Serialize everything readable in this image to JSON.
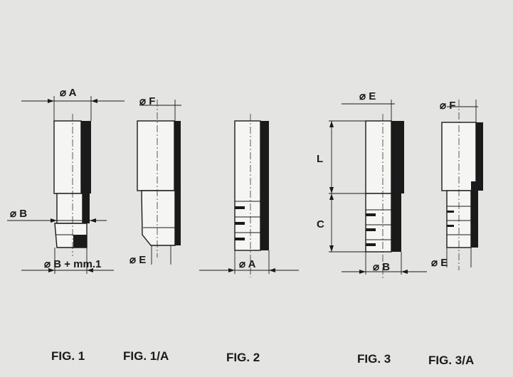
{
  "figures": [
    {
      "caption": "FIG. 1",
      "dims": {
        "top": "⌀ A",
        "left": "⌀ B",
        "bottom": "⌀ B + mm.1"
      }
    },
    {
      "caption": "FIG. 1/A",
      "dims": {
        "top": "⌀ F",
        "bottom": "⌀ E"
      }
    },
    {
      "caption": "FIG. 2",
      "dims": {
        "bottom": "⌀ A"
      }
    },
    {
      "caption": "FIG. 3",
      "dims": {
        "top": "⌀ E",
        "side_upper": "L",
        "side_lower": "C",
        "bottom": "⌀ B"
      }
    },
    {
      "caption": "FIG. 3/A",
      "dims": {
        "top": "⌀ F",
        "bottom": "⌀ E"
      }
    }
  ],
  "colors": {
    "background": "#e4e4e2",
    "ink": "#1a1a1a",
    "part": "#f5f5f3"
  }
}
